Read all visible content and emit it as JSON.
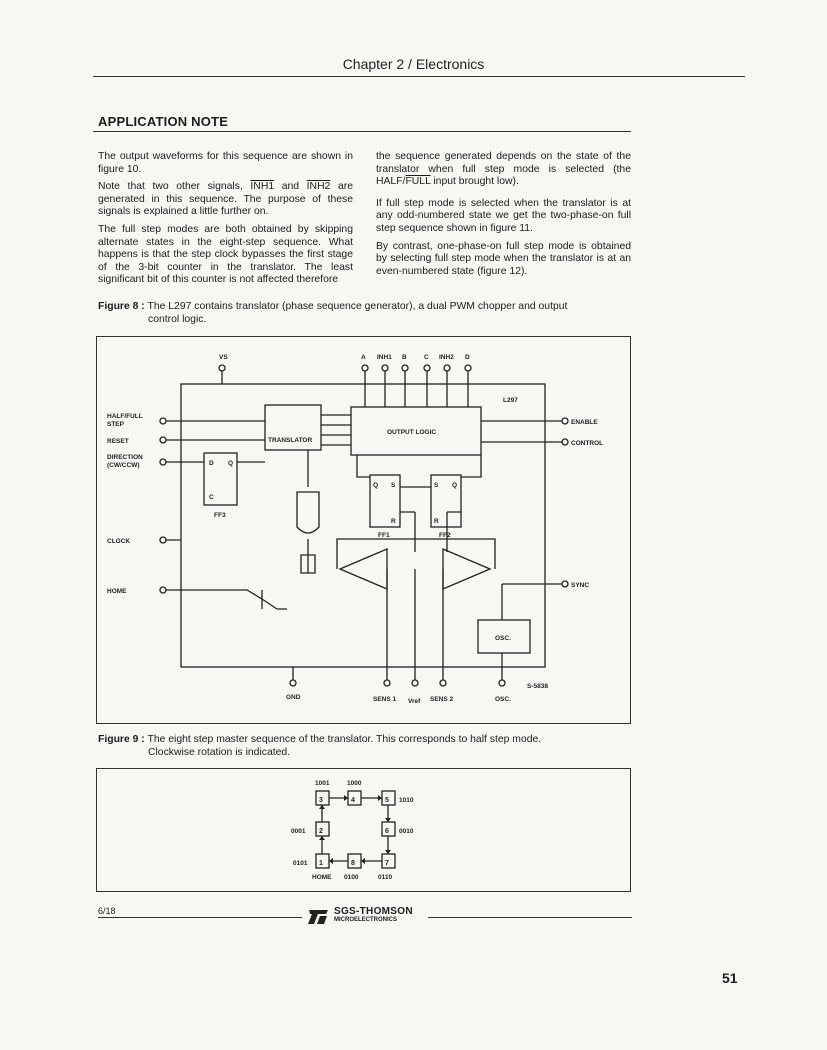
{
  "header": {
    "chapter": "Chapter 2  /  Electronics"
  },
  "section_title": "APPLICATION NOTE",
  "left_column": {
    "p1": "The output waveforms for this sequence are shown in figure 10.",
    "p2_a": "Note that two other signals, ",
    "p2_inh1": "INH1",
    "p2_and": " and ",
    "p2_inh2": "INH2",
    "p2_b": " are generated in this sequence. The purpose of these signals is explained a little further on.",
    "p3": "The full step modes are both obtained by skipping alternate states in the eight-step sequence. What happens is that the step clock bypasses the first stage of the 3-bit counter in the translator. The least significant bit of this counter is not affected therefore"
  },
  "right_column": {
    "p1_a": "the sequence generated depends on the state of the translator when full step mode is selected (the HALF/",
    "p1_full": "FULL",
    "p1_b": " input brought low).",
    "p2": "If full step mode is selected when the translator is at any odd-numbered state we get the two-phase-on full step sequence shown in figure 11.",
    "p3": "By contrast, one-phase-on full step mode is obtained by selecting full step mode when the translator is at an even-numbered state (figure 12)."
  },
  "figure8": {
    "caption_label": "Figure 8 :",
    "caption_line1": "The L297 contains translator (phase sequence generator), a dual PWM chopper and output",
    "caption_line2": "control logic.",
    "labels": {
      "vs": "VS",
      "a": "A",
      "inh1": "INH1",
      "b": "B",
      "c": "C",
      "inh2": "INH2",
      "d": "D",
      "chip": "L297",
      "half_full": "HALF/FULL",
      "step": "STEP",
      "reset": "RESET",
      "direction": "DIRECTION",
      "cwccw": "(CW/CCW)",
      "clock": "CLOCK",
      "home": "HOME",
      "translator": "TRANSLATOR",
      "output_logic": "OUTPUT LOGIC",
      "enable": "ENABLE",
      "control": "CONTROL",
      "sync": "SYNC",
      "ff3": "FF3",
      "ff1": "FF1",
      "ff2": "FF2",
      "osc_box": "OSC.",
      "gnd": "GND",
      "sens1": "SENS 1",
      "vref": "Vref",
      "sens2": "SENS 2",
      "osc_pin": "OSC.",
      "ref_code": "S-5838",
      "d_in": "D",
      "q_out": "Q",
      "c_in": "C",
      "ff1_q": "Q",
      "ff1_s": "S",
      "ff1_r": "R",
      "ff2_s": "S",
      "ff2_q": "Q",
      "ff2_r": "R"
    }
  },
  "figure9": {
    "caption_label": "Figure 9 :",
    "caption_line1": "The eight step master sequence of the translator. This corresponds to half step mode.",
    "caption_line2": "Clockwise rotation is indicated.",
    "states": [
      "1",
      "2",
      "3",
      "4",
      "5",
      "6",
      "7",
      "8"
    ],
    "codes": {
      "s3": "1001",
      "s4": "1000",
      "s5": "1010",
      "s2": "0001",
      "s6": "0010",
      "s1": "0101",
      "s8": "0100",
      "s7": "0110"
    },
    "home_label": "HOME"
  },
  "footer": {
    "page_ref": "6/18",
    "brand": "SGS-THOMSON",
    "brand_sub": "MICROELECTRONICS",
    "page_number": "51"
  }
}
